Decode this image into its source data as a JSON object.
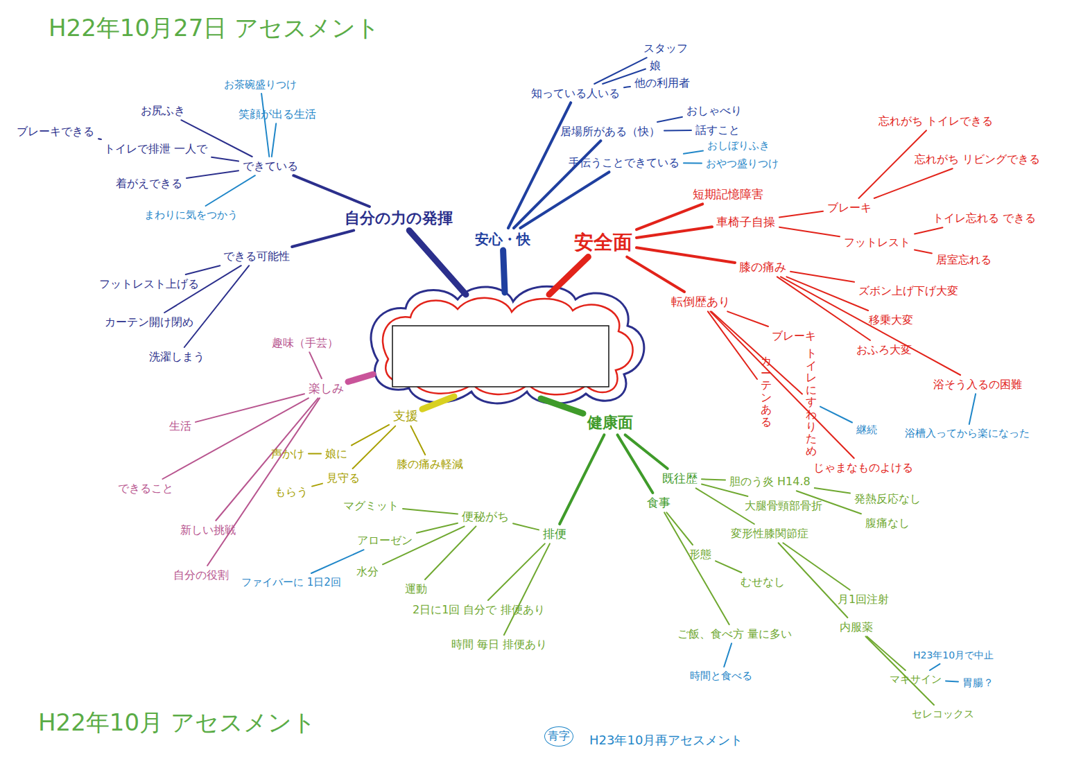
{
  "diagram": {
    "title": "H22年10月27日 アセスメント",
    "caption": "H22年10月 アセスメント",
    "nodes": [
      {
        "text": [
          "自分の力の発揮"
        ]
      },
      {
        "text": [
          "できている"
        ]
      },
      {
        "text": [
          "笑顔が出る生活"
        ]
      },
      {
        "text": [
          "お茶碗盛りつけ"
        ]
      },
      {
        "text": [
          "お尻ふき"
        ]
      },
      {
        "text": [
          "トイレで排泄 一人で"
        ]
      },
      {
        "text": [
          "ブレーキできる"
        ]
      },
      {
        "text": [
          "着がえできる"
        ]
      },
      {
        "text": [
          "まわりに気をつかう"
        ]
      },
      {
        "text": [
          "できる可能性"
        ]
      },
      {
        "text": [
          "フットレスト上げる"
        ]
      },
      {
        "text": [
          "カーテン開け閉め"
        ]
      },
      {
        "text": [
          "洗濯しまう"
        ]
      },
      {
        "text": [
          "安心・快"
        ]
      },
      {
        "text": [
          "知っている人いる"
        ]
      },
      {
        "text": [
          "スタッフ"
        ]
      },
      {
        "text": [
          "娘"
        ]
      },
      {
        "text": [
          "他の利用者"
        ]
      },
      {
        "text": [
          "居場所がある（快）"
        ]
      },
      {
        "text": [
          "おしゃべり"
        ]
      },
      {
        "text": [
          "話すこと"
        ]
      },
      {
        "text": [
          "手伝うことできている"
        ]
      },
      {
        "text": [
          "おしぼりふき"
        ]
      },
      {
        "text": [
          "おやつ盛りつけ"
        ]
      },
      {
        "text": [
          "安全面"
        ]
      },
      {
        "text": [
          "短期記憶障害"
        ]
      },
      {
        "text": [
          "車椅子自操"
        ]
      },
      {
        "text": [
          "ブレーキ"
        ]
      },
      {
        "text": [
          "忘れがち トイレできる"
        ]
      },
      {
        "text": [
          "忘れがち リビングできる"
        ]
      },
      {
        "text": [
          "フットレスト"
        ]
      },
      {
        "text": [
          "トイレ忘れる できる"
        ]
      },
      {
        "text": [
          "居室忘れる"
        ]
      },
      {
        "text": [
          "膝の痛み"
        ]
      },
      {
        "text": [
          "ズボン上げ下げ大変"
        ]
      },
      {
        "text": [
          "移乗大変"
        ]
      },
      {
        "text": [
          "おふろ大変"
        ]
      },
      {
        "text": [
          "浴そう入るの困難"
        ]
      },
      {
        "text": [
          "浴槽入ってから楽になった"
        ]
      },
      {
        "text": [
          "転倒歴あり"
        ]
      },
      {
        "text": [
          "ブレーキ"
        ]
      },
      {
        "text": [
          "トイレにすわりため"
        ]
      },
      {
        "text": [
          "カーテンある"
        ]
      },
      {
        "text": [
          "じゃまなものよける"
        ]
      },
      {
        "text": [
          "継続"
        ]
      },
      {
        "text": [
          "健康面"
        ]
      },
      {
        "text": [
          "既往歴"
        ]
      },
      {
        "text": [
          "胆のう炎 H14.8"
        ]
      },
      {
        "text": [
          "発熱反応なし"
        ]
      },
      {
        "text": [
          "腹痛なし"
        ]
      },
      {
        "text": [
          "大腿骨頸部骨折"
        ]
      },
      {
        "text": [
          "変形性膝関節症"
        ]
      },
      {
        "text": [
          "月1回注射"
        ]
      },
      {
        "text": [
          "内服薬"
        ]
      },
      {
        "text": [
          "食事"
        ]
      },
      {
        "text": [
          "形態"
        ]
      },
      {
        "text": [
          "むせなし"
        ]
      },
      {
        "text": [
          "ご飯、食べ方 量に多い"
        ]
      },
      {
        "text": [
          "時間と食べる"
        ]
      },
      {
        "text": [
          "H23年10月で中止"
        ]
      },
      {
        "text": [
          "マキサイン"
        ]
      },
      {
        "text": [
          "胃腸？"
        ]
      },
      {
        "text": [
          "セレコックス"
        ]
      },
      {
        "text": [
          "排便"
        ]
      },
      {
        "text": [
          "便秘がち"
        ]
      },
      {
        "text": [
          "マグミット"
        ]
      },
      {
        "text": [
          "アローゼン"
        ]
      },
      {
        "text": [
          "ファイバーに 1日2回"
        ]
      },
      {
        "text": [
          "水分"
        ]
      },
      {
        "text": [
          "運動"
        ]
      },
      {
        "text": [
          "2日に1回 自分で 排便あり"
        ]
      },
      {
        "text": [
          "時間 毎日 排便あり"
        ]
      },
      {
        "text": [
          "支援"
        ]
      },
      {
        "text": [
          "声かけ"
        ]
      },
      {
        "text": [
          "娘に"
        ]
      },
      {
        "text": [
          "見守る"
        ]
      },
      {
        "text": [
          "膝の痛み軽減"
        ]
      },
      {
        "text": [
          "もらう"
        ]
      },
      {
        "text": [
          "楽しみ"
        ]
      },
      {
        "text": [
          "趣味（手芸）"
        ]
      },
      {
        "text": [
          "生活"
        ]
      },
      {
        "text": [
          "できること"
        ]
      },
      {
        "text": [
          "新しい挑戦"
        ]
      },
      {
        "text": [
          "自分の役割"
        ]
      }
    ],
    "edges": [
      {
        "from": 0,
        "to": 1,
        "arrow": "none"
      },
      {
        "from": 1,
        "to": 2,
        "arrow": "none"
      },
      {
        "from": 1,
        "to": 3,
        "arrow": "none"
      },
      {
        "from": 1,
        "to": 4,
        "arrow": "none"
      },
      {
        "from": 1,
        "to": 5,
        "arrow": "none"
      },
      {
        "from": 5,
        "to": 6,
        "arrow": "none"
      },
      {
        "from": 1,
        "to": 7,
        "arrow": "none"
      },
      {
        "from": 1,
        "to": 8,
        "arrow": "none"
      },
      {
        "from": 0,
        "to": 9,
        "arrow": "none"
      },
      {
        "from": 9,
        "to": 10,
        "arrow": "none"
      },
      {
        "from": 9,
        "to": 11,
        "arrow": "none"
      },
      {
        "from": 9,
        "to": 12,
        "arrow": "none"
      },
      {
        "from": 13,
        "to": 14,
        "arrow": "none"
      },
      {
        "from": 14,
        "to": 15,
        "arrow": "none"
      },
      {
        "from": 14,
        "to": 16,
        "arrow": "none"
      },
      {
        "from": 14,
        "to": 17,
        "arrow": "none"
      },
      {
        "from": 13,
        "to": 18,
        "arrow": "none"
      },
      {
        "from": 18,
        "to": 19,
        "arrow": "none"
      },
      {
        "from": 18,
        "to": 20,
        "arrow": "none"
      },
      {
        "from": 13,
        "to": 21,
        "arrow": "none"
      },
      {
        "from": 21,
        "to": 22,
        "arrow": "none"
      },
      {
        "from": 21,
        "to": 23,
        "arrow": "none"
      },
      {
        "from": 24,
        "to": 25,
        "arrow": "none"
      },
      {
        "from": 24,
        "to": 26,
        "arrow": "none"
      },
      {
        "from": 26,
        "to": 27,
        "arrow": "none"
      },
      {
        "from": 27,
        "to": 28,
        "arrow": "none"
      },
      {
        "from": 27,
        "to": 29,
        "arrow": "none"
      },
      {
        "from": 26,
        "to": 30,
        "arrow": "none"
      },
      {
        "from": 30,
        "to": 31,
        "arrow": "none"
      },
      {
        "from": 30,
        "to": 32,
        "arrow": "none"
      },
      {
        "from": 24,
        "to": 33,
        "arrow": "none"
      },
      {
        "from": 33,
        "to": 34,
        "arrow": "none"
      },
      {
        "from": 33,
        "to": 35,
        "arrow": "none"
      },
      {
        "from": 33,
        "to": 36,
        "arrow": "none"
      },
      {
        "from": 33,
        "to": 37,
        "arrow": "none"
      },
      {
        "from": 37,
        "to": 38,
        "arrow": "none"
      },
      {
        "from": 24,
        "to": 39,
        "arrow": "none"
      },
      {
        "from": 39,
        "to": 40,
        "arrow": "none"
      },
      {
        "from": 39,
        "to": 41,
        "arrow": "none"
      },
      {
        "from": 39,
        "to": 42,
        "arrow": "none"
      },
      {
        "from": 41,
        "to": 44,
        "arrow": "none"
      },
      {
        "from": 39,
        "to": 43,
        "arrow": "none"
      },
      {
        "from": 45,
        "to": 46,
        "arrow": "none"
      },
      {
        "from": 46,
        "to": 47,
        "arrow": "none"
      },
      {
        "from": 47,
        "to": 48,
        "arrow": "none"
      },
      {
        "from": 47,
        "to": 49,
        "arrow": "none"
      },
      {
        "from": 46,
        "to": 50,
        "arrow": "none"
      },
      {
        "from": 46,
        "to": 51,
        "arrow": "none"
      },
      {
        "from": 51,
        "to": 52,
        "arrow": "none"
      },
      {
        "from": 51,
        "to": 53,
        "arrow": "none"
      },
      {
        "from": 45,
        "to": 54,
        "arrow": "none"
      },
      {
        "from": 54,
        "to": 55,
        "arrow": "none"
      },
      {
        "from": 55,
        "to": 56,
        "arrow": "none"
      },
      {
        "from": 54,
        "to": 57,
        "arrow": "none"
      },
      {
        "from": 57,
        "to": 58,
        "arrow": "none"
      },
      {
        "from": 53,
        "to": 60,
        "arrow": "none"
      },
      {
        "from": 60,
        "to": 59,
        "arrow": "none"
      },
      {
        "from": 60,
        "to": 61,
        "arrow": "none"
      },
      {
        "from": 53,
        "to": 62,
        "arrow": "none"
      },
      {
        "from": 45,
        "to": 63,
        "arrow": "none"
      },
      {
        "from": 63,
        "to": 64,
        "arrow": "none"
      },
      {
        "from": 64,
        "to": 65,
        "arrow": "none"
      },
      {
        "from": 64,
        "to": 66,
        "arrow": "none"
      },
      {
        "from": 66,
        "to": 67,
        "arrow": "none"
      },
      {
        "from": 64,
        "to": 68,
        "arrow": "none"
      },
      {
        "from": 64,
        "to": 69,
        "arrow": "none"
      },
      {
        "from": 63,
        "to": 70,
        "arrow": "none"
      },
      {
        "from": 63,
        "to": 71,
        "arrow": "none"
      },
      {
        "from": 72,
        "to": 74,
        "arrow": "none"
      },
      {
        "from": 74,
        "to": 73,
        "arrow": "none"
      },
      {
        "from": 72,
        "to": 75,
        "arrow": "none"
      },
      {
        "from": 75,
        "to": 77,
        "arrow": "none"
      },
      {
        "from": 72,
        "to": 76,
        "arrow": "none"
      },
      {
        "from": 78,
        "to": 79,
        "arrow": "none"
      },
      {
        "from": 78,
        "to": 80,
        "arrow": "none"
      },
      {
        "from": 78,
        "to": 81,
        "arrow": "none"
      },
      {
        "from": 78,
        "to": 82,
        "arrow": "none"
      },
      {
        "from": 78,
        "to": 83,
        "arrow": "none"
      }
    ],
    "labels": [
      "青字",
      "H23年10月再アセスメント"
    ]
  }
}
